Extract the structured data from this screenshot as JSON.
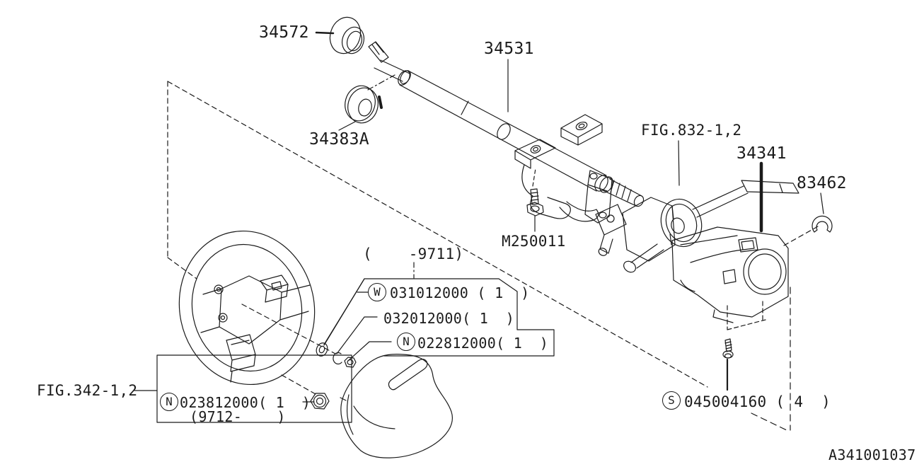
{
  "diagram": {
    "doc_id": "A341001037"
  },
  "labels": {
    "p34572": "34572",
    "p34531": "34531",
    "p34383a": "34383A",
    "fig832": "FIG.832-1,2",
    "p34341": "34341",
    "p83462": "83462",
    "m250011": "M250011",
    "fig342": "FIG.342-1,2",
    "date_early": "(    -9711)"
  },
  "callouts": {
    "main": {
      "rows": [
        {
          "prefix": "W",
          "text": "031012000 ( 1  )"
        },
        {
          "prefix": "",
          "text": "032012000( 1  )"
        },
        {
          "prefix": "N",
          "text": "022812000( 1  )"
        }
      ]
    },
    "wheel": {
      "prefix": "N",
      "text": "023812000( 1  )",
      "date": "(9712-    )"
    },
    "screw": {
      "prefix": "S",
      "text": "045004160 ( 4  )"
    }
  },
  "colors": {
    "line": "#1b1b1b",
    "background": "#ffffff"
  }
}
